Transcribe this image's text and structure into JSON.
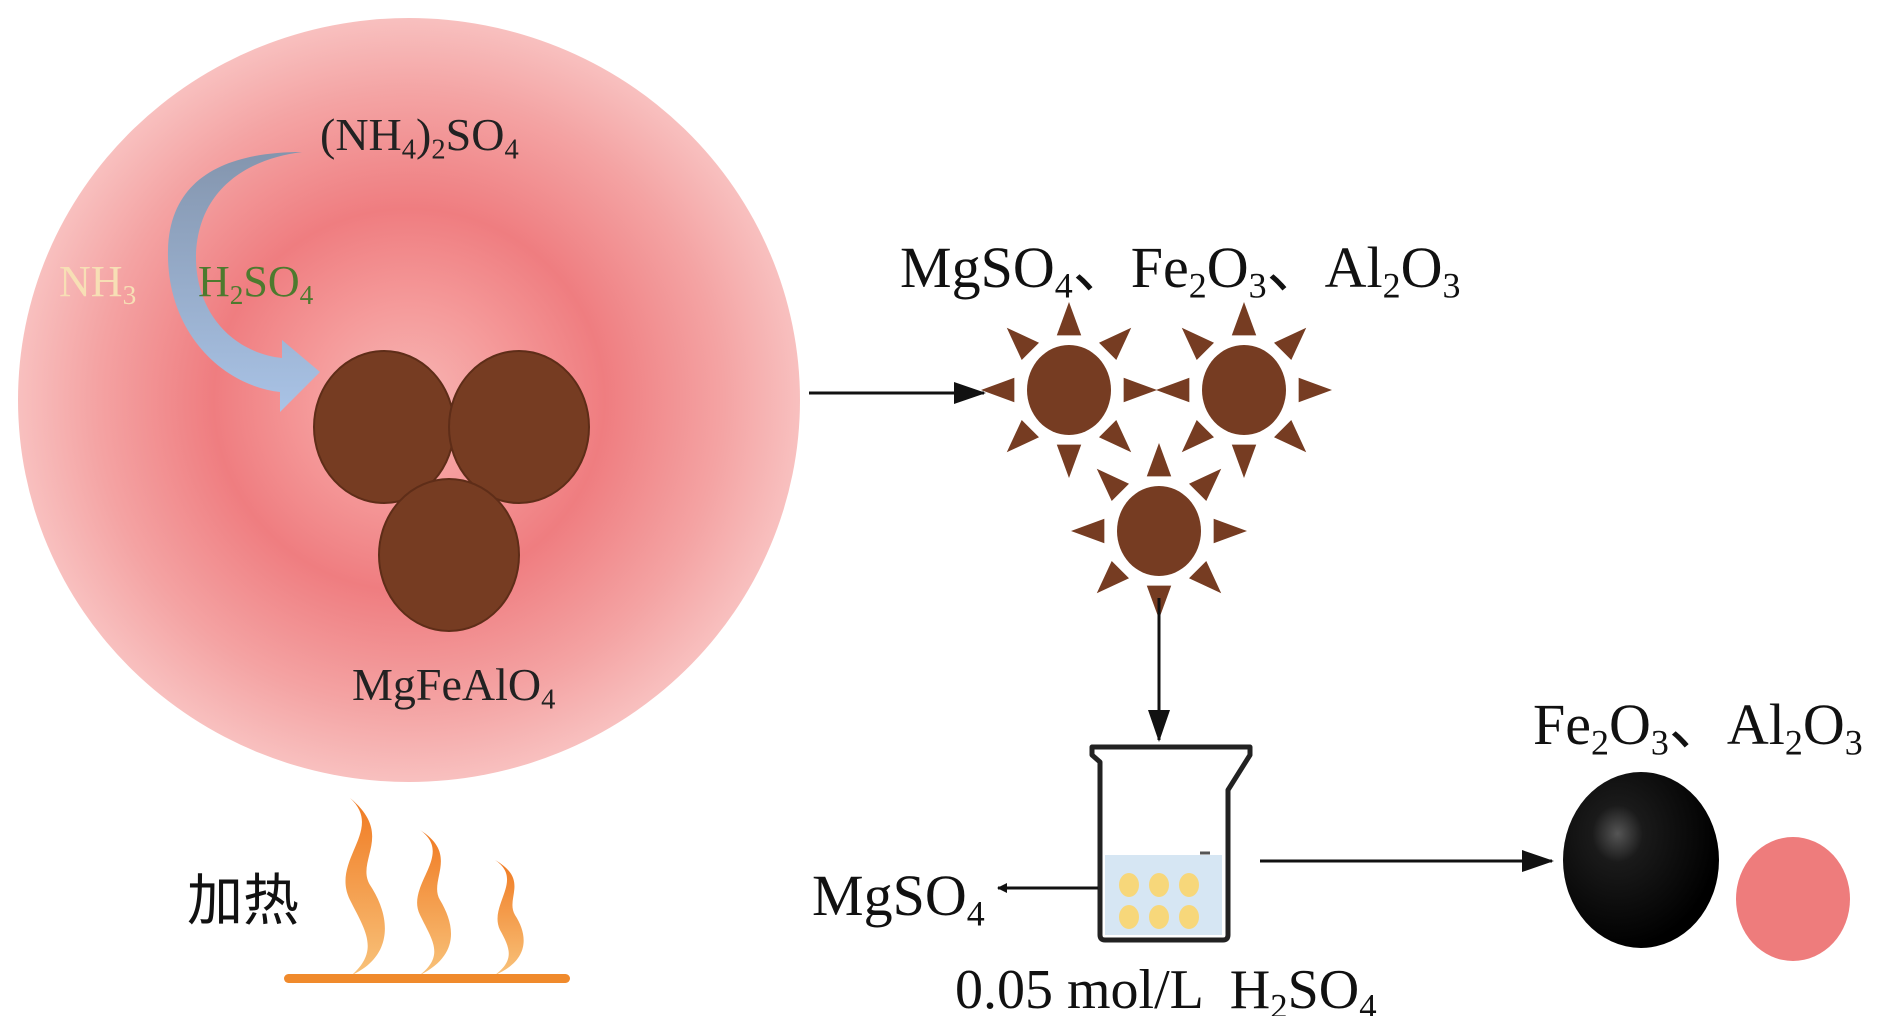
{
  "reactor": {
    "reagent_label": "(NH4)2SO4",
    "nh3_label": "NH3",
    "acid_label": "H2SO4",
    "product_label": "MgFeAlO4",
    "heat_label": "加热"
  },
  "sulfated": {
    "label": "MgSO4、Fe2O3、Al2O3"
  },
  "leaching": {
    "solution_label": "0.05 mol/L  H2SO4",
    "filtrate_label": "MgSO4"
  },
  "residue": {
    "label": "Fe2O3、Al2O3"
  },
  "colors": {
    "particle": "#763c22",
    "nh3_text": "#f7dfb5",
    "acid_text": "#4d7a2e",
    "hematite": "#111111",
    "alumina": "#ee7c7c",
    "arrow_blue": "#9ab3d6"
  }
}
